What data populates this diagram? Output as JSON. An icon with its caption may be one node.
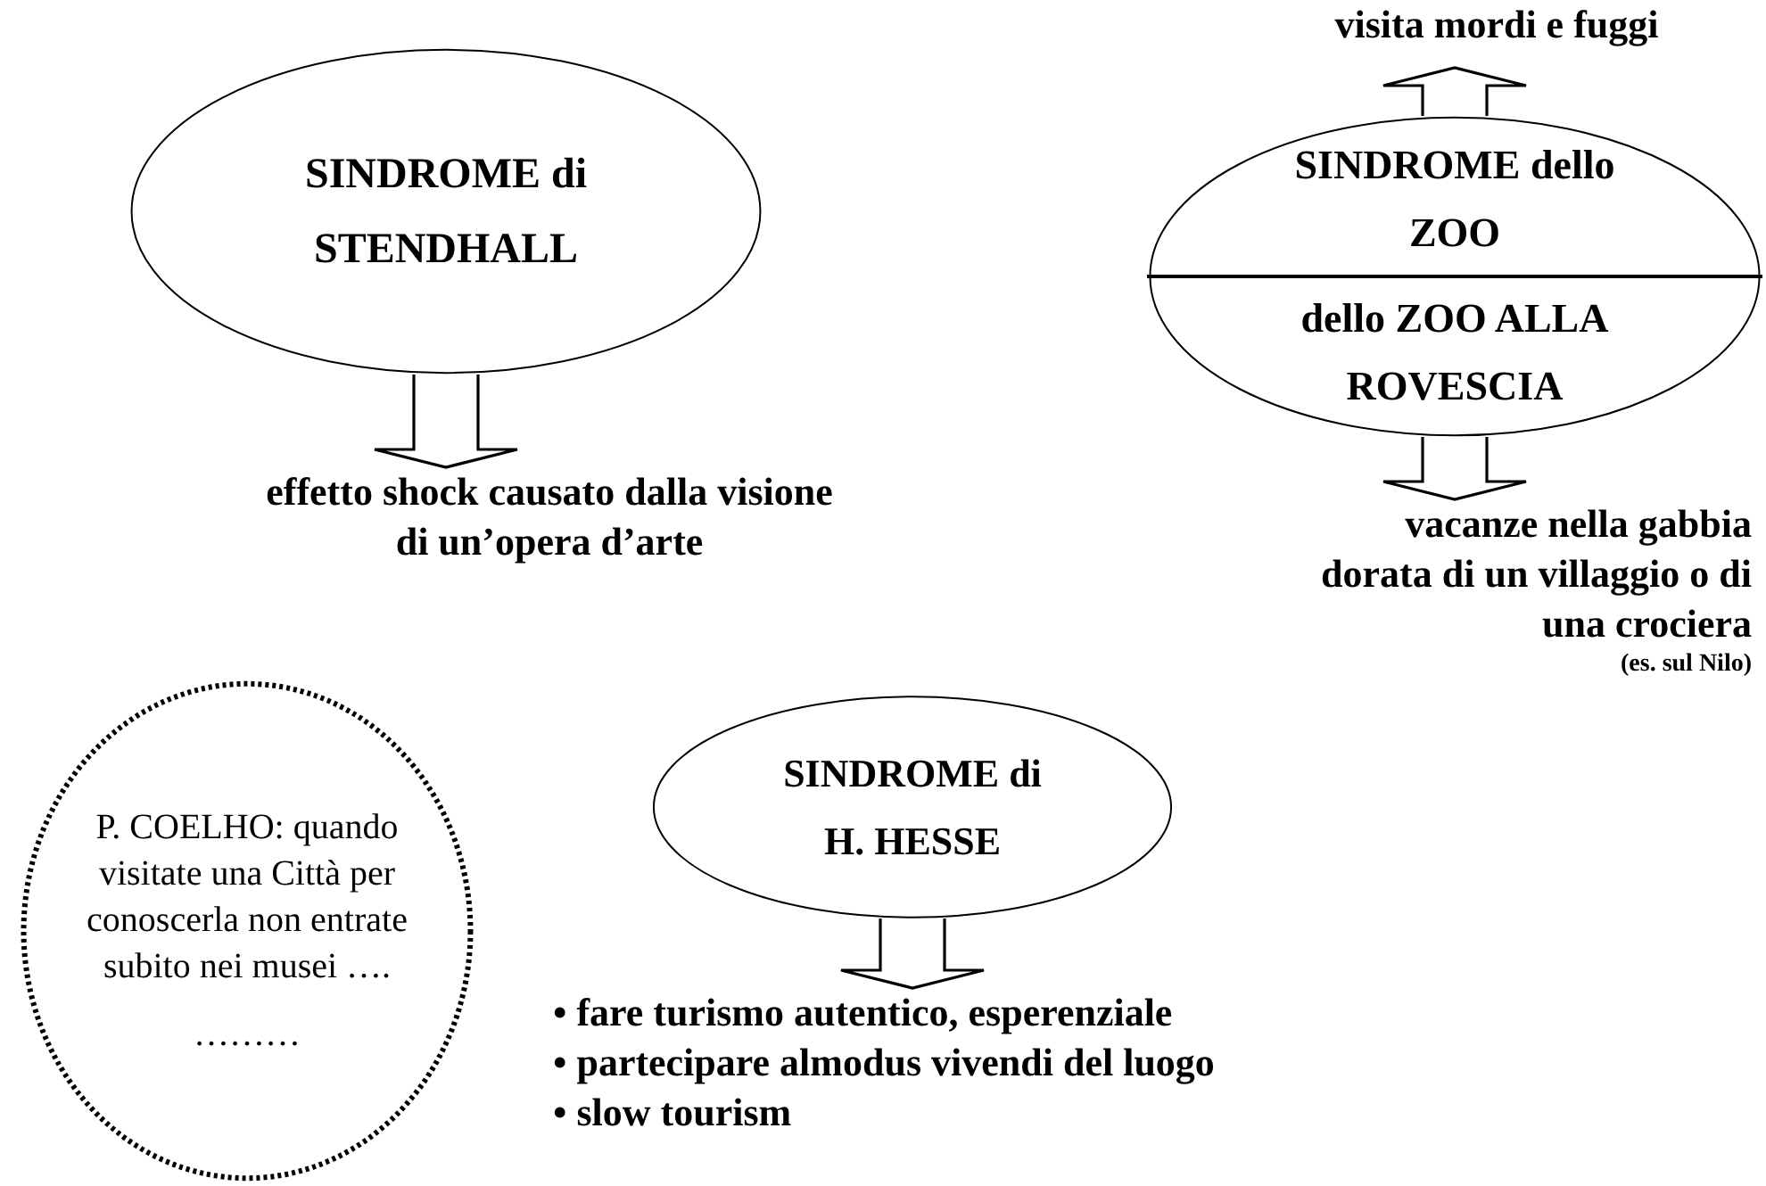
{
  "diagram": {
    "nodes": [
      {
        "text": [
          "SINDROME di STENDHALL"
        ]
      },
      {
        "text": [
          "effetto shock causato dalla visione di un’opera d’arte"
        ]
      },
      {
        "text": [
          "SINDROME dello ZOO",
          "dello ZOO ALLA ROVESCIA"
        ]
      },
      {
        "text": [
          "visita mordi e fuggi"
        ]
      },
      {
        "text": [
          "vacanze nella gabbia dorata di un villaggio o di una crociera",
          "(es. sul Nilo)"
        ]
      },
      {
        "text": [
          "P. COELHO: quando visitate una Città per conoscerla non entrate subito nei musei ….",
          "………"
        ]
      },
      {
        "text": [
          "SINDROME di H. HESSE"
        ]
      },
      {
        "text": [
          "• fare turismo autentico, esperenziale",
          "• partecipare almodus vivendi del luogo",
          "• slow tourism"
        ]
      }
    ],
    "edges": [
      {
        "from": 0,
        "to": 1,
        "arrow": "to"
      },
      {
        "from": 2,
        "to": 3,
        "arrow": "to"
      },
      {
        "from": 2,
        "to": 4,
        "arrow": "to"
      },
      {
        "from": 6,
        "to": 7,
        "arrow": "to"
      }
    ]
  }
}
